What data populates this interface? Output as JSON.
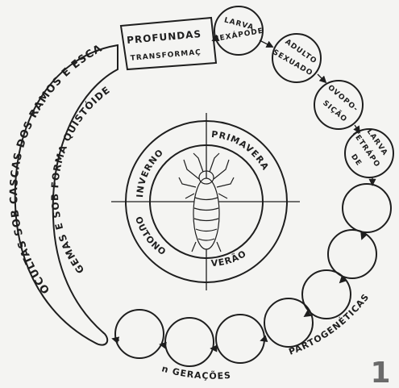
{
  "figure_number": "1",
  "stages": {
    "transformations_line1": "PROFUNDAS",
    "transformations_line2": "TRANSFORMAÇ",
    "hexapod_larva_line1": "LARVA",
    "hexapod_larva_line2": "HEXÁPODE",
    "sexual_adult_line1": "ADULTO",
    "sexual_adult_line2": "SEXUADO",
    "oviposition_line1": "OVOPO-",
    "oviposition_line2": "SIÇÃO",
    "tetrapod_larva_line1": "LARVA",
    "tetrapod_larva_line2": "TETRÁPO",
    "tetrapod_larva_line3": "DE"
  },
  "arc_labels": {
    "hidden_outer": "OCULTAS SOB CASCAS DOS RAMOS E ESCAMAS DAS",
    "hidden_inner": "GEMAS E          SOB FORMA QUISTÓIDE",
    "parthenogenetic": "PARTOGENÉTICAS",
    "generations": "n  GERAÇÕES"
  },
  "seasons": {
    "winter": "INVERNO",
    "spring": "PRIMAVERA",
    "autumn": "OUTONO",
    "summer": "VERÃO"
  }
}
